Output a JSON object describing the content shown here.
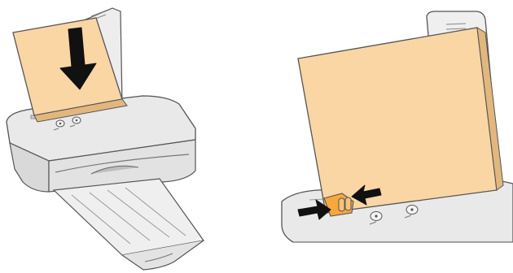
{
  "figure": {
    "panels": [
      {
        "id": "load-paper",
        "depicts": [
          "printer",
          "paper-sheet",
          "down-arrow",
          "output-tray",
          "paper-support"
        ]
      },
      {
        "id": "adjust-guide",
        "depicts": [
          "paper-sheet",
          "paper-guide",
          "left-arrow",
          "right-arrow",
          "printer-buttons"
        ]
      }
    ],
    "colors": {
      "paper": "#FAD6A5",
      "paper_edge": "#E2B77D",
      "printer_body": "#E8E8E8",
      "printer_shadow": "#C9C9C9",
      "outline": "#555555",
      "arrow": "#111111",
      "guide": "#F7A83A"
    }
  }
}
